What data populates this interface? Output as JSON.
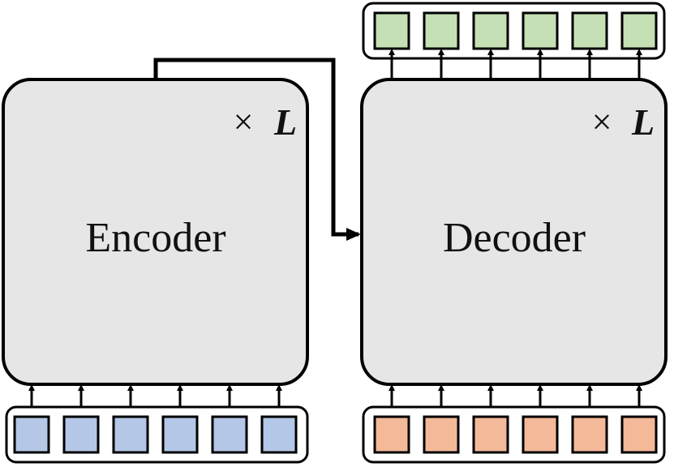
{
  "encoder": {
    "title": "Encoder",
    "repeat_symbol": "×",
    "repeat_var": "L"
  },
  "decoder": {
    "title": "Decoder",
    "repeat_symbol": "×",
    "repeat_var": "L"
  },
  "token_counts": {
    "encoder_inputs": 6,
    "decoder_inputs": 6,
    "decoder_outputs": 6
  },
  "colors": {
    "block_fill": "#e6e6e6",
    "stroke": "#000000",
    "encoder_token": "#b4c7e7",
    "decoder_input_token": "#f4b999",
    "decoder_output_token": "#c5e0b4"
  }
}
